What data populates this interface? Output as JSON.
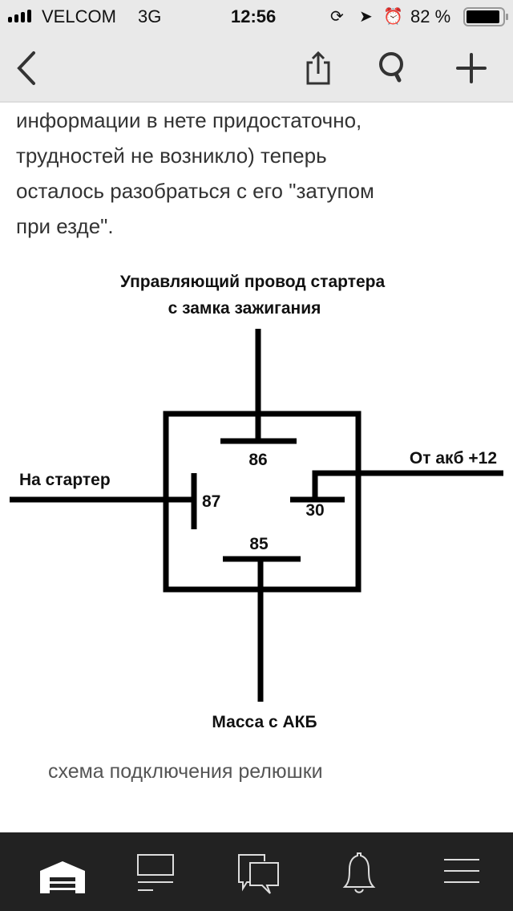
{
  "status_bar": {
    "carrier": "VELCOM",
    "network": "3G",
    "time": "12:56",
    "battery": "82 %"
  },
  "article": {
    "lines": [
      "информации в нете придостаточно,",
      "трудностей не возникло) теперь",
      "осталось разобраться с его \"затупом",
      "при езде\"."
    ],
    "caption": "схема подключения релюшки"
  },
  "diagram": {
    "top_label_1": "Управляющий провод стартера",
    "top_label_2": "с замка зажигания",
    "left_label": "На стартер",
    "right_label": "От акб +12",
    "bottom_label": "Масса с АКБ",
    "pin_86": "86",
    "pin_87": "87",
    "pin_30": "30",
    "pin_85": "85"
  }
}
